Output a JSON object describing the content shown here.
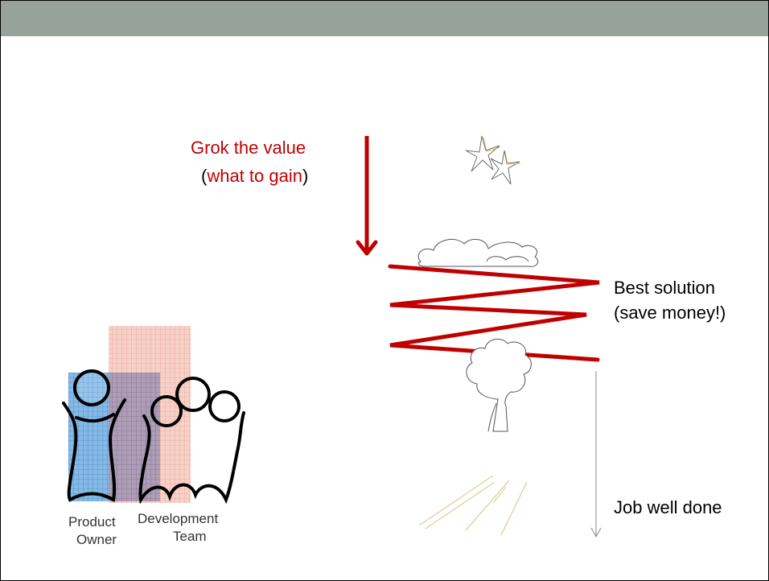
{
  "slide": {
    "value_heading": {
      "line1": "Grok the value",
      "line2_open": "(",
      "line2_text": "what to gain",
      "line2_close": ")"
    },
    "best_solution": {
      "line1": "Best solution",
      "line2": "(save money!)"
    },
    "job_done_label": "Job well done",
    "roles": {
      "product_owner_line1": "Product",
      "product_owner_line2": "Owner",
      "dev_team_line1": "Development",
      "dev_team_line2": "Team"
    }
  },
  "colors": {
    "header_bar": "#97a39a",
    "accent_red": "#c00000",
    "text_black": "#000000",
    "product_owner_fill": "#5b9bd5",
    "dev_team_fill": "#f4b6a8",
    "overlap_fill": "#9c8aa6"
  },
  "icons": [
    "stars-icon",
    "cloud-icon",
    "tree-icon",
    "sun-rays-icon",
    "product-owner-figure-icon",
    "development-team-figure-icon"
  ]
}
